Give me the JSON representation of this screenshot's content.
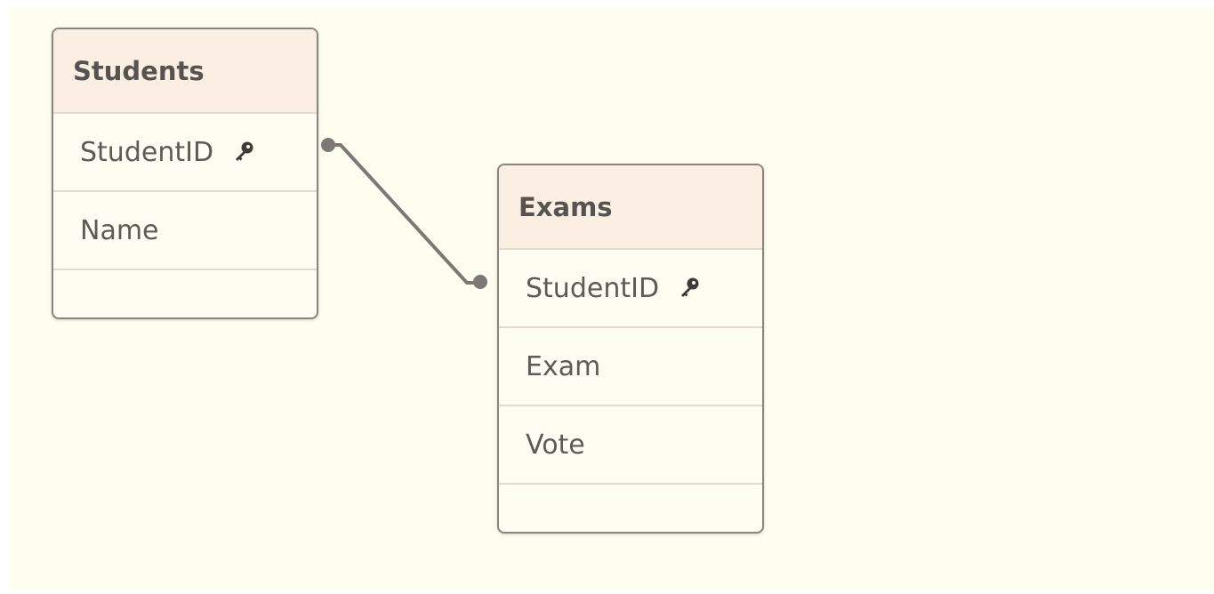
{
  "colors": {
    "canvas_background": "#fdfdf0",
    "table_header": "#fbeee3",
    "border": "#8b8580",
    "connector": "#7d7873"
  },
  "tables": [
    {
      "name": "Students",
      "fields": [
        {
          "label": "StudentID",
          "icon": "key-icon"
        },
        {
          "label": "Name"
        }
      ]
    },
    {
      "name": "Exams",
      "fields": [
        {
          "label": "StudentID",
          "icon": "key-icon"
        },
        {
          "label": "Exam"
        },
        {
          "label": "Vote"
        }
      ]
    }
  ],
  "associations": [
    {
      "from_table": "Students",
      "to_table": "Exams",
      "field": "StudentID"
    }
  ]
}
